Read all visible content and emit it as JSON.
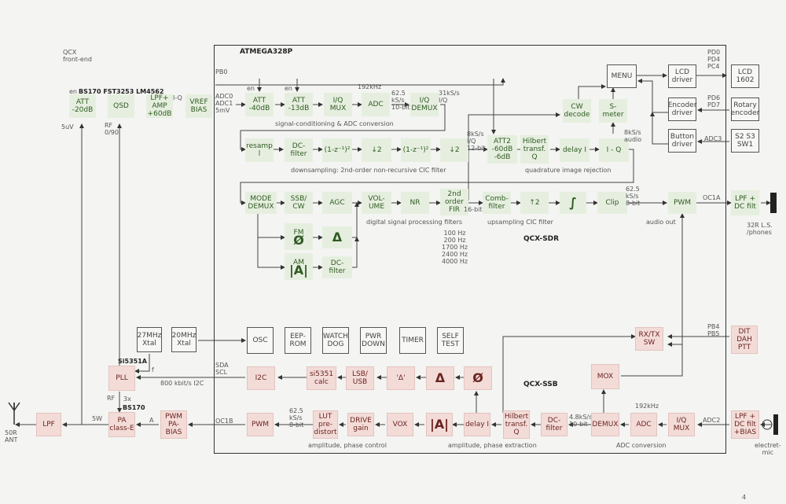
{
  "titles": {
    "frontend": "QCX\nfront-end",
    "chip": "ATMEGA328P",
    "sdr": "QCX-SDR",
    "ssb": "QCX-SSB"
  },
  "colors": {
    "rx_block": "#e6efdf",
    "tx_block": "#f3dcd8",
    "periph_block": "#f7f7f5",
    "line": "#444444"
  },
  "frontend": {
    "parts": "BS170 FST3253  LM4562",
    "att": "ATT\n-20dB",
    "qsd": "QSD",
    "lpf_amp": "LPF+\nAMP\n+60dB",
    "vref": "VREF\nBIAS",
    "en": "en",
    "iq": "I-Q",
    "level": "5uV",
    "rf": "RF\n0/90"
  },
  "rx_row1": {
    "pins": "ADC0\nADC1\n5mV",
    "pb0": "PB0",
    "att40": "ATT\n-40dB",
    "att13": "ATT\n-13dB",
    "iqmux": "I/Q\nMUX",
    "adc": "ADC",
    "demux": "I/Q\nDEMUX",
    "en1": "en",
    "en2": "en",
    "rate_adc": "192kHz",
    "rate_62": "62.5\nkS/s\n10-bit",
    "rate_31": "31kS/s\nI/Q",
    "caption": "signal-conditioning & ADC conversion"
  },
  "rx_row2": {
    "resamp": "resamp\nl",
    "dc": "DC-\nfilter",
    "comb1": "(1-z⁻¹)²",
    "dec1": "↓2",
    "comb2": "(1-z⁻¹)²",
    "dec2": "↓2",
    "caption": "downsampling: 2nd-order non-recursive CIC filter",
    "rate_8k": "8kS/s\nI/Q\n12-bit",
    "att2": "ATT2\n-60dB\n-6dB",
    "hilbert": "Hilbert\ntransf.\nQ",
    "delay": "delay I",
    "iq": "I - Q",
    "caption2": "quadrature image rejection",
    "rate_audio": "8kS/s\naudio"
  },
  "ui": {
    "cw": "CW\ndecode",
    "smeter": "S-\nmeter",
    "menu": "MENU",
    "lcd_drv": "LCD\ndriver",
    "enc_drv": "Encoder\ndriver",
    "btn_drv": "Button\ndriver",
    "lcd": "LCD\n1602",
    "rotary": "Rotary\nencoder",
    "switches": "S2 S3\nSW1",
    "pins_lcd": "PD0\nPD4\nPC4",
    "pins_enc": "PD6\nPD7",
    "pins_btn": "ADC3"
  },
  "rx_row3": {
    "demux": "MODE\nDEMUX",
    "ssb": "SSB/\nCW",
    "agc": "AGC",
    "vol": "VOL-\nUME",
    "nr": "NR",
    "fir": "2nd\norder\nFIR",
    "fm": "FM",
    "phi": "Ø",
    "delta": "Δ",
    "am": "AM",
    "absA": "|A|",
    "dcf": "DC-\nfilter",
    "caption": "digital signal processing filters",
    "filters": "100 Hz\n200 Hz\n1700 Hz\n2400 Hz\n4000 Hz",
    "bits16": "16-bit",
    "comb": "Comb-\nfilter",
    "up": "↑2",
    "integ": "∫",
    "clip": "Clip",
    "caption2": "upsampling  CIC filter",
    "rate": "62.5\nkS/s\n8-bit",
    "pwm": "PWM",
    "audio_out": "audio out",
    "oc1a": "OC1A",
    "lpf": "LPF +\nDC filt",
    "speaker": "32R L.S.\n/phones"
  },
  "periph": {
    "x27": "27MHz\nXtal",
    "x20": "20MHz\nXtal",
    "osc": "OSC",
    "eeprom": "EEP-\nROM",
    "wdog": "WATCH\nDOG",
    "pwr": "PWR\nDOWN",
    "timer": "TIMER",
    "selftest": "SELF\nTEST"
  },
  "tx": {
    "si": "Si5351A",
    "pll": "PLL",
    "f": "f",
    "i2c_rate": "800 kbit/s I2C",
    "sda": "SDA\nSCL",
    "i2c": "I2C",
    "calc": "si5351\ncalc",
    "lsb": "LSB/\nUSB",
    "dd": "'Δ'",
    "delta": "Δ",
    "phi": "Ø",
    "rxtx": "RX/TX\nSW",
    "pb": "PB4\nPB5",
    "key": "DIT\nDAH\nPTT",
    "mox": "MOX",
    "rf": "RF",
    "x3": "3x",
    "bs170": "BS170",
    "w5": "5W",
    "a": "A",
    "ant": "50R\nANT",
    "lpf": "LPF",
    "pa": "PA\nclass-E",
    "pwmbias": "PWM\nPA-\nBIAS",
    "oc1b": "OC1B",
    "pwm": "PWM",
    "rate": "62.5\nkS/s\n8-bit",
    "lut": "LUT\npre-\ndistort",
    "drive": "DRIVE\ngain",
    "cap_ctrl": "amplitude, phase control",
    "vox": "VOX",
    "absA": "|A|",
    "delay": "delay I",
    "hilbert": "Hilbert\ntransf.\nQ",
    "dcf": "DC-\nfilter",
    "rate4": "4.8kS/s\n10-bit",
    "demux": "DEMUX",
    "adc": "ADC",
    "iqmux": "I/Q\nMUX",
    "rate_adc": "192kHz",
    "cap_extract": "amplitude, phase extraction",
    "cap_adc": "ADC conversion",
    "adc2": "ADC2",
    "miclpf": "LPF +\nDC filt\n+BIAS",
    "mic": "electret-\nmic"
  },
  "page_number": "4"
}
